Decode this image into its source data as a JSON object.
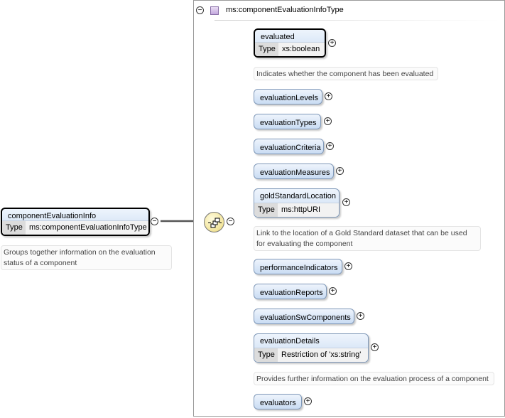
{
  "root": {
    "name": "componentEvaluationInfo",
    "type_label": "Type",
    "type_value": "ms:componentEvaluationInfoType",
    "doc_line1": "Groups together information on the evaluation",
    "doc_line2": "status of a component"
  },
  "complex_type": {
    "name": "ms:componentEvaluationInfoType"
  },
  "children": [
    {
      "name": "evaluated",
      "type_label": "Type",
      "type_value": "xs:boolean",
      "doc_line1": "Indicates whether the component has been evaluated",
      "doc_line2": ""
    },
    {
      "name": "evaluationLevels"
    },
    {
      "name": "evaluationTypes"
    },
    {
      "name": "evaluationCriteria"
    },
    {
      "name": "evaluationMeasures"
    },
    {
      "name": "goldStandardLocation",
      "type_label": "Type",
      "type_value": "ms:httpURI",
      "doc_line1": "Link to the location of a Gold Standard dataset that can be used",
      "doc_line2": "for evaluating the component"
    },
    {
      "name": "performanceIndicators"
    },
    {
      "name": "evaluationReports"
    },
    {
      "name": "evaluationSwComponents"
    },
    {
      "name": "evaluationDetails",
      "type_label": "Type",
      "type_value": "Restriction of 'xs:string'",
      "doc_line1": "Provides further information on the evaluation process of a component",
      "doc_line2": ""
    },
    {
      "name": "evaluators"
    }
  ],
  "toggles": {
    "expand": "+",
    "collapse": "−"
  },
  "icons": {
    "type": "complex-type-icon",
    "sequence": "sequence-compositor-icon"
  },
  "colors": {
    "element_top": "#eef4fc",
    "element_bottom": "#c9dcf3",
    "compositor": "#f2e49a",
    "connector": "#555555"
  }
}
